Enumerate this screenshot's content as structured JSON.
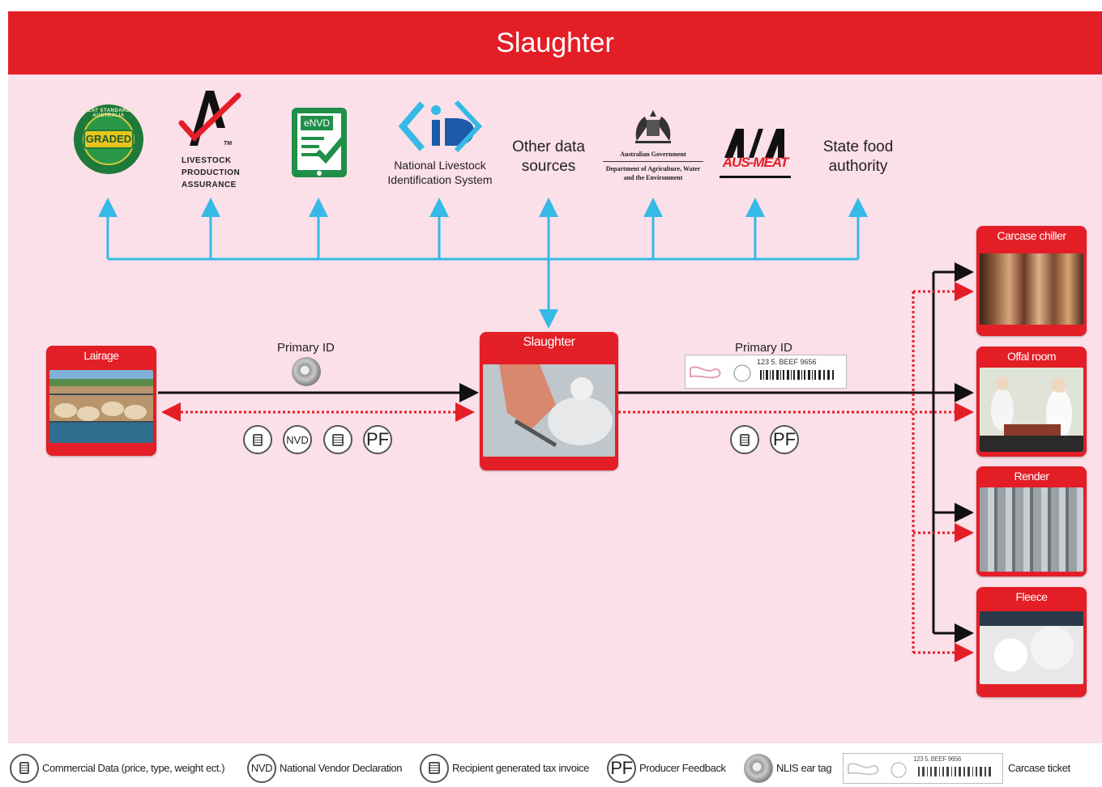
{
  "header": {
    "title": "Slaughter"
  },
  "data_sources": {
    "graded_badge": "GRADED",
    "graded_ring": "MEAT STANDARDS AUSTRALIA",
    "lpa_tm": "TM",
    "lpa_lines": [
      "LIVESTOCK",
      "PRODUCTION",
      "ASSURANCE"
    ],
    "envd": "eNVD",
    "nlis_label": "National Livestock Identification System",
    "other_label": "Other data sources",
    "gov_line1": "Australian Government",
    "gov_line2": "Department of Agriculture, Water and the Environment",
    "ausmeat": "AUS-MEAT",
    "state_label": "State food authority"
  },
  "nodes": {
    "lairage": "Lairage",
    "slaughter": "Slaughter",
    "carcase_chiller": "Carcase chiller",
    "offal_room": "Offal room",
    "render": "Render",
    "fleece": "Fleece"
  },
  "flows": {
    "primary_id_left": "Primary ID",
    "primary_id_right": "Primary ID",
    "nvd": "NVD",
    "pf": "PF",
    "ticket_text": "123 5. BEEF 9656"
  },
  "legend": {
    "commercial": "Commercial Data (price, type, weight ect.)",
    "nvd_code": "NVD",
    "nvd": "National Vendor Declaration",
    "invoice": "Recipient generated tax invoice",
    "pf_code": "PF",
    "pf": "Producer Feedback",
    "nlis": "NLIS ear tag",
    "ticket": "Carcase ticket"
  },
  "colors": {
    "red": "#e41e26",
    "blue": "#35b9e6",
    "background": "#fbdfe9"
  }
}
